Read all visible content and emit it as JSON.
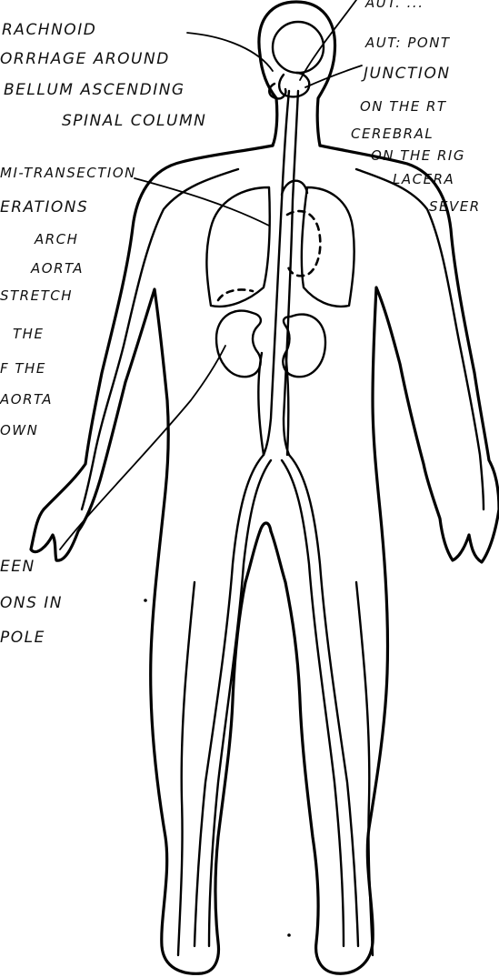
{
  "annotations": {
    "top_right_partial": "AUT. ...",
    "left_1": [
      "RACHNOID",
      "ORRHAGE AROUND",
      "BELLUM ASCENDING",
      "SPINAL COLUMN"
    ],
    "right_1": [
      "AUT: PONT",
      "JUNCTION",
      "ON THE RT",
      "CEREBRAL",
      "ON THE RIG",
      "LACERA",
      "SEVER"
    ],
    "left_2": [
      "MI-TRANSECTION",
      "ERATIONS",
      "ARCH",
      "AORTA",
      "STRETCH",
      "THE",
      "F THE",
      "AORTA",
      "OWN"
    ],
    "left_3": [
      "EEN",
      "ONS IN",
      "POLE"
    ]
  }
}
